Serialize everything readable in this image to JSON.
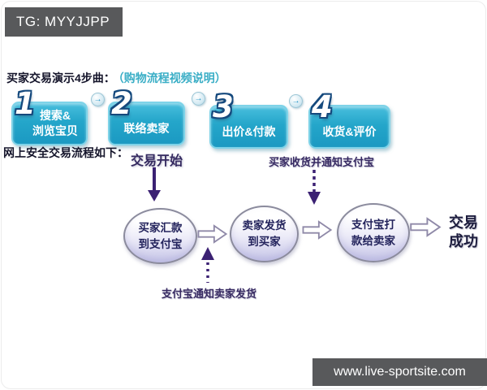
{
  "header": {
    "badge_text": "TG: MYYJJPP"
  },
  "intro": {
    "title": "买家交易演示4步曲：",
    "subtitle_link": "（购物流程视频说明）"
  },
  "steps": [
    {
      "num": "1",
      "label": "搜索&\n浏览宝贝"
    },
    {
      "num": "2",
      "label": "联络卖家"
    },
    {
      "num": "3",
      "label": "出价&付款"
    },
    {
      "num": "4",
      "label": "收货&评价"
    }
  ],
  "flow": {
    "heading": "网上安全交易流程如下：",
    "start_label": "交易开始",
    "top_annotation": "买家收货并通知支付宝",
    "bottom_annotation": "支付宝通知卖家发货",
    "nodes": [
      {
        "label": "买家汇款\n到支付宝"
      },
      {
        "label": "卖家发货\n到买家"
      },
      {
        "label": "支付宝打\n款给卖家"
      }
    ],
    "end_label": "交易\n成功",
    "step_arrow_glyph": "→"
  },
  "footer": {
    "url_text": "www.live-sportsite.com"
  },
  "colors": {
    "watermark_bg": "#58595b",
    "step_box_blue": "#24a6ca",
    "step_box_border": "#7ed3e8",
    "link_teal": "#3aaec6",
    "annotation_purple": "#372a62",
    "arrow_purple": "#3b2173",
    "node_fill_bottom": "#c7c6e8",
    "node_border": "#8b8b9d"
  }
}
